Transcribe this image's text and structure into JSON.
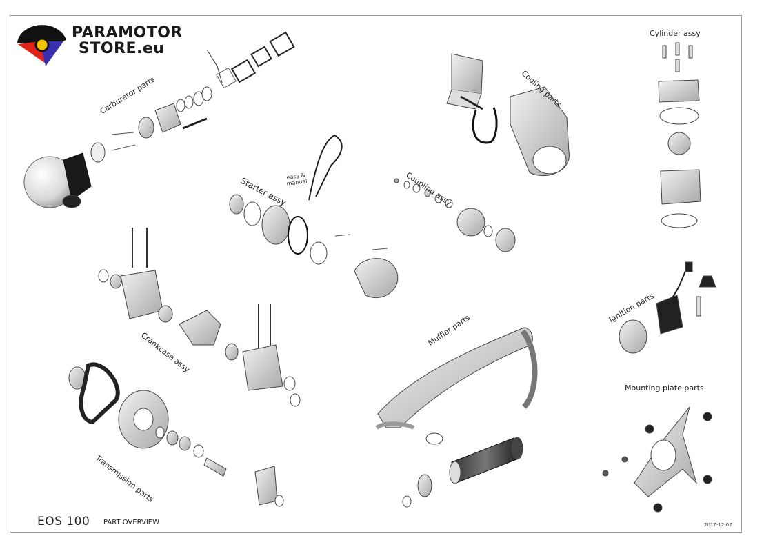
{
  "brand": {
    "line1": "PARAMOTOR",
    "line2": "STORE.eu",
    "colors": {
      "yellow": "#f5c400",
      "red": "#e2231a",
      "blue": "#3a2fb0",
      "black": "#111111"
    }
  },
  "sections": {
    "carburetor": "Carburetor parts",
    "starter": "Starter assy",
    "starter_note_1": "easy &",
    "starter_note_2": "manual",
    "coupling": "Coupling assy",
    "cooling": "Cooling parts",
    "cylinder": "Cylinder assy",
    "crankcase": "Crankcase assy",
    "transmission": "Transmission parts",
    "muffler": "Muffler parts",
    "ignition": "Ignition parts",
    "mounting": "Mounting plate parts"
  },
  "footer": {
    "model": "EOS 100",
    "subtitle": "PART OVERVIEW",
    "date": "2017-12-07"
  }
}
